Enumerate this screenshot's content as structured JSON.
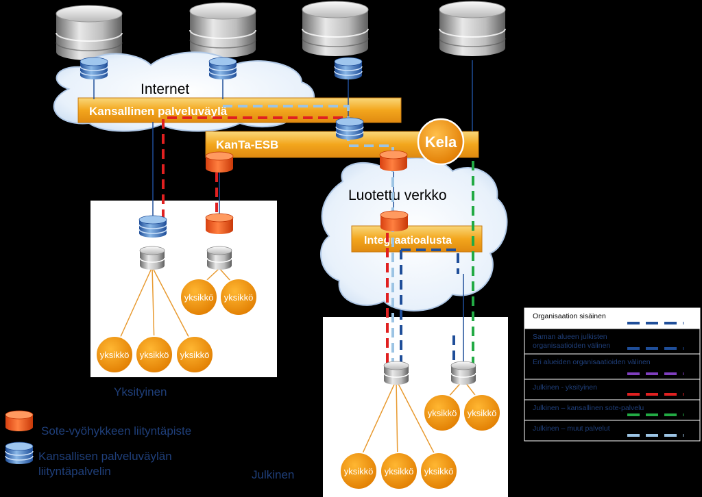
{
  "labels": {
    "internet": "Internet",
    "national_bus": "Kansallinen palveluväylä",
    "kanta_esb": "KanTa-ESB",
    "kela": "Kela",
    "trusted_network": "Luotettu verkko",
    "integration_platform": "Integraatioalusta",
    "private": "Yksityinen",
    "public": "Julkinen"
  },
  "units": {
    "unit_label": "yksikkö"
  },
  "legend_left": {
    "sote_point": "Sote-vyöhykkeen liityntäpiste",
    "national_server_line1": "Kansallisen palveluväylän",
    "national_server_line2": "liityntäpalvelin"
  },
  "legend_right": [
    {
      "label": "Organisaation sisäinen",
      "color": "#1f4e99",
      "bg": "#ffffff",
      "text_color": "#000000"
    },
    {
      "label": "Saman alueen julkisten organisaatioiden välinen",
      "color": "#1f4e99",
      "bg": "#000000",
      "text_color": "#1f3f7a"
    },
    {
      "label": "Eri alueiden organisaatioiden välinen",
      "color": "#7f3fbf",
      "bg": "#000000",
      "text_color": "#1f3f7a"
    },
    {
      "label": "Julkinen - yksityinen",
      "color": "#e02020",
      "bg": "#000000",
      "text_color": "#1f3f7a"
    },
    {
      "label": "Julkinen – kansallinen sote-palvelu",
      "color": "#22aa44",
      "bg": "#000000",
      "text_color": "#1f3f7a"
    },
    {
      "label": "Julkinen – muut palvelut",
      "color": "#9cc4e4",
      "bg": "#000000",
      "text_color": "#1f3f7a"
    }
  ]
}
